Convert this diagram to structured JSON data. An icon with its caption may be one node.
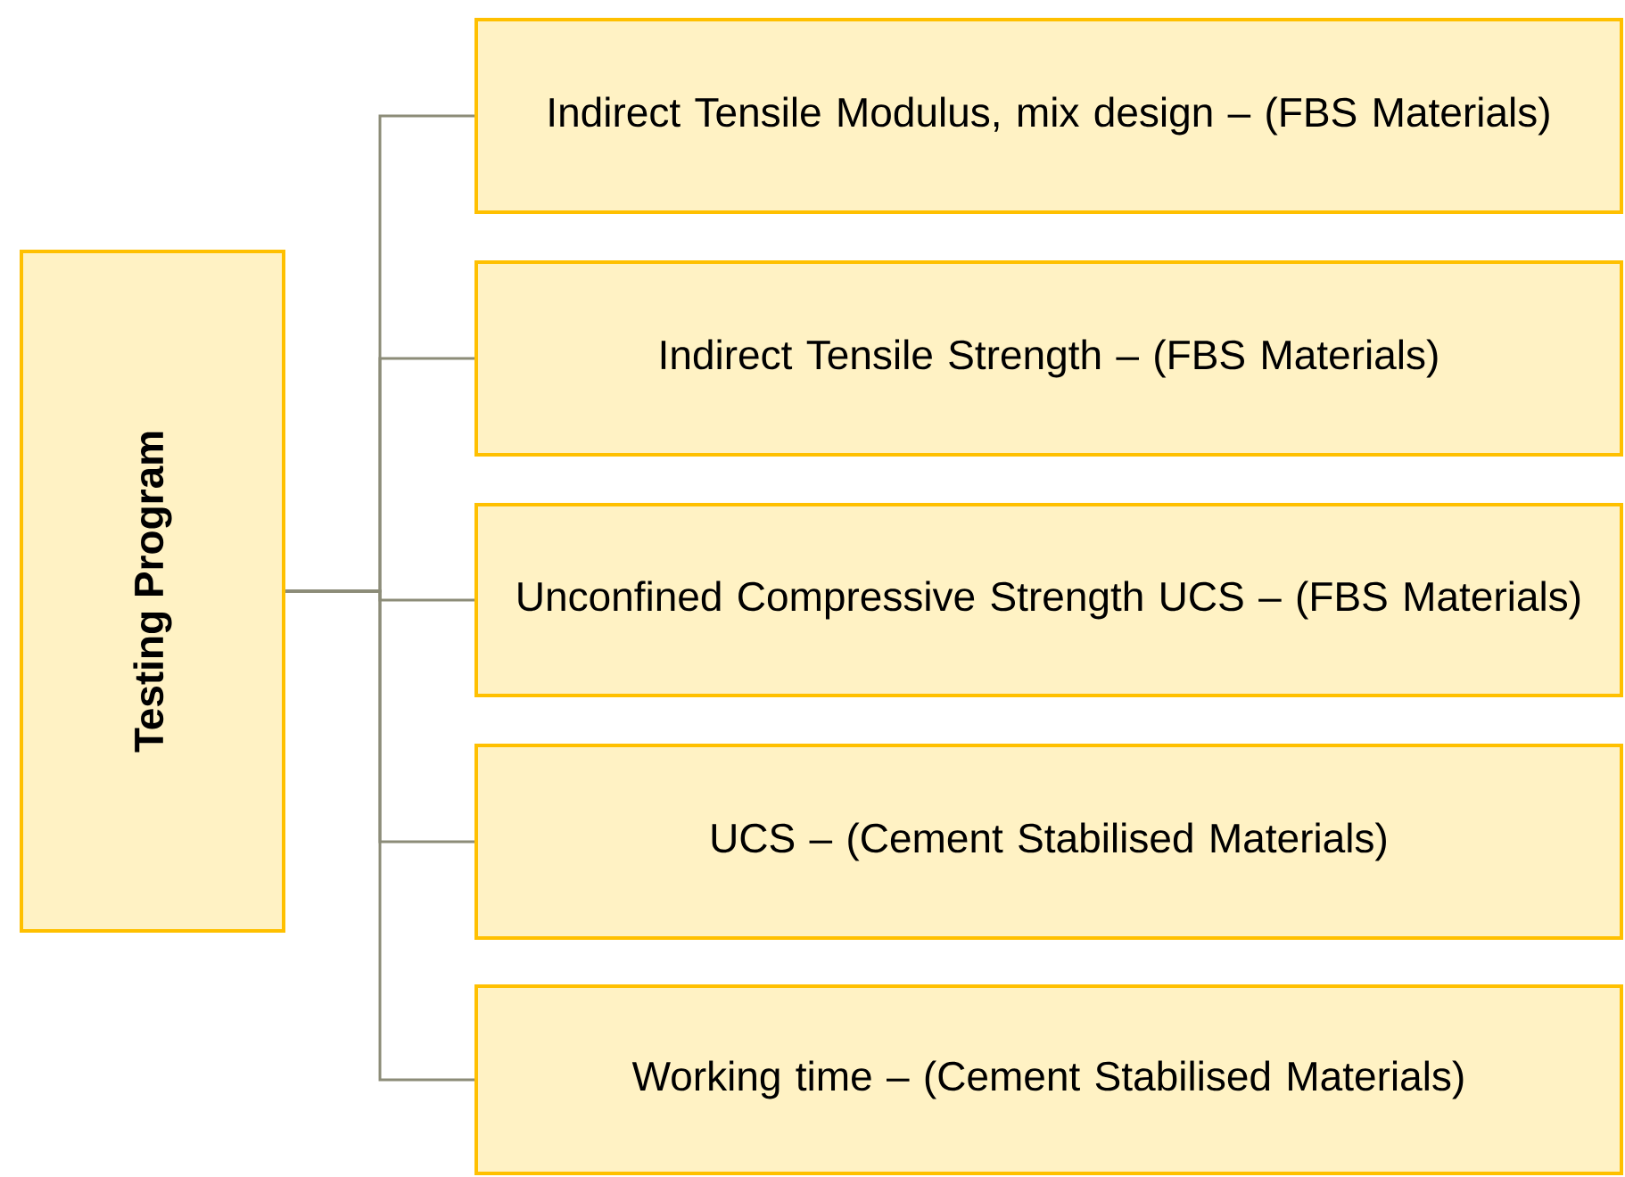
{
  "diagram": {
    "nodes": [
      {
        "text": [
          "Testing Program"
        ]
      },
      {
        "text": [
          "Indirect Tensile Modulus, mix design – (FBS Materials)"
        ]
      },
      {
        "text": [
          "Indirect Tensile Strength – (FBS Materials)"
        ]
      },
      {
        "text": [
          "Unconfined Compressive Strength UCS – (FBS Materials)"
        ]
      },
      {
        "text": [
          "UCS – (Cement Stabilised Materials)"
        ]
      },
      {
        "text": [
          "Working time – (Cement Stabilised Materials)"
        ]
      }
    ],
    "edges": [
      {
        "from": 0,
        "to": 1,
        "arrow": "none"
      },
      {
        "from": 0,
        "to": 2,
        "arrow": "none"
      },
      {
        "from": 0,
        "to": 3,
        "arrow": "none"
      },
      {
        "from": 0,
        "to": 4,
        "arrow": "none"
      },
      {
        "from": 0,
        "to": 5,
        "arrow": "none"
      }
    ]
  }
}
